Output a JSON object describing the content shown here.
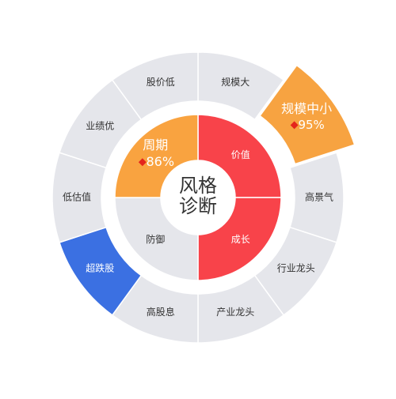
{
  "chart_data": {
    "type": "sunburst",
    "title": [
      "风格",
      "诊断"
    ],
    "colors": {
      "inactive": "#E5E6EB",
      "value_growth": "#F8434A",
      "cycle": "#F9A340",
      "size_small": "#F7A341",
      "over_sold": "#3B70E2",
      "marker": "#E4251C",
      "outer_text": "#333333",
      "highlight_text": "#ffffff"
    },
    "inner_ring": [
      {
        "label": "价值",
        "active": true,
        "color_key": "value_growth"
      },
      {
        "label": "成长",
        "active": true,
        "color_key": "value_growth"
      },
      {
        "label": "防御",
        "active": false
      },
      {
        "label": "周期",
        "active": true,
        "color_key": "cycle",
        "value": "86%",
        "emphasis": true
      }
    ],
    "outer_ring": [
      {
        "label": "规模大",
        "active": false
      },
      {
        "label": "规模中小",
        "active": true,
        "color_key": "size_small",
        "value": "95%",
        "emphasis": true,
        "exploded": true
      },
      {
        "label": "高景气",
        "active": false
      },
      {
        "label": "行业龙头",
        "active": false
      },
      {
        "label": "产业龙头",
        "active": false
      },
      {
        "label": "高股息",
        "active": false
      },
      {
        "label": "超跌股",
        "active": true,
        "color_key": "over_sold"
      },
      {
        "label": "低估值",
        "active": false
      },
      {
        "label": "业绩优",
        "active": false
      },
      {
        "label": "股价低",
        "active": false
      }
    ]
  }
}
